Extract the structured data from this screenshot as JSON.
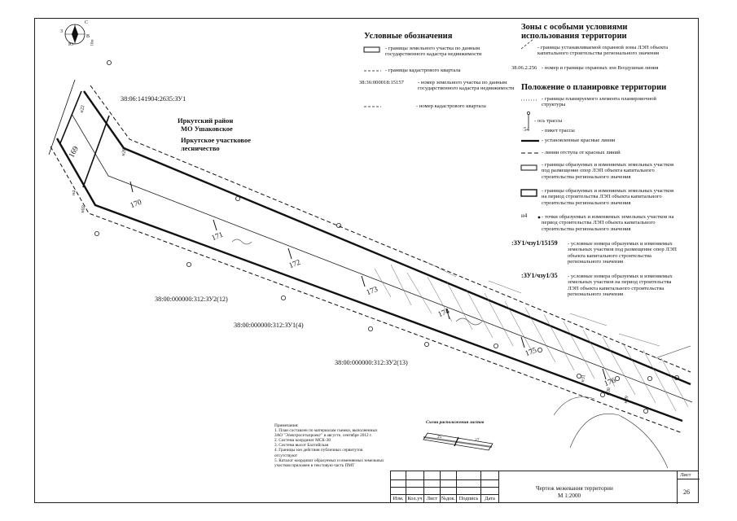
{
  "compass": {
    "north": "С",
    "south": "Ю",
    "west": "З",
    "east": "В",
    "scale_note": "10м"
  },
  "legend": {
    "title": "Условные обозначения",
    "items": [
      {
        "text": "- границы земельного участка по данным государственного кадастра недвижимости"
      },
      {
        "text": "- границы кадастрового квартала"
      },
      {
        "code": "38:36:000018:15157",
        "text": "- номер земельного участка по данным государственного кадастра недвижимости"
      },
      {
        "text": "- номер кадастрового квартала"
      }
    ]
  },
  "zones": {
    "title": "Зоны с особыми условиями использования территории",
    "items": [
      {
        "text": "- границы устанавливаемой охранной зоны ЛЭП объекта капитального строительства регионального значения"
      },
      {
        "code": "38.06.2.256",
        "text": "- номер и границы охранных зон Воздушная линия"
      }
    ]
  },
  "planning": {
    "title": "Положение о планировке территории",
    "items": [
      {
        "text": "- границы планируемого элемента планировочной структуры"
      },
      {
        "text": "- ось трассы"
      },
      {
        "code": "54",
        "text": "- пикет трассы"
      },
      {
        "text": "- установленные красные линии"
      },
      {
        "text": "- линии отступа от красных линий"
      },
      {
        "text": "- границы образуемых и изменяемых земельных участков под размещение опор ЛЭП объекта капитального строительства регионального значения"
      },
      {
        "text": "- границы образуемых и изменяемых земельных участков на период строительства ЛЭП объекта капитального строительства регионального значения"
      },
      {
        "code": "н4",
        "text": "- точки образуемых и изменяемых земельных участков на период строительства ЛЭП объекта капитального строительства регионального значения"
      },
      {
        "code": ":ЗУ1/чзу1/15159",
        "text": "- условные номера образуемых и изменяемых земельных участков под размещение опор ЛЭП объекта капитального строительства регионального значения"
      },
      {
        "code": ":ЗУ1/чзу1/35",
        "text": "- условные номера образуемых и изменяемых земельных участков на период строительства ЛЭП объекта капитального строительства регионального значения"
      }
    ]
  },
  "region": {
    "line1": "Иркутский район",
    "line2": "МО Ушаковское",
    "line3": "Иркутское участковое",
    "line4": "лесничество"
  },
  "parcels": {
    "p1": "38:06:141904:2635:ЗУ1",
    "p2": "38:00:000000:312:ЗУ2(12)",
    "p3": "38:00:000000:312:ЗУ1(4)",
    "p4": "38:00:000000:312:ЗУ2(13)"
  },
  "pickets": [
    "169",
    "170",
    "171",
    "172",
    "173",
    "174",
    "175",
    "176"
  ],
  "points": [
    "н22",
    "н26",
    "н4",
    "н02",
    "н31",
    "н30",
    "н29"
  ],
  "notes": {
    "title": "Примечания:",
    "lines": [
      "1. План составлен по материалам съемки, выполненных ЗАО \"Электросетьпроект\" в августе, сентябре 2012 г.",
      "2. Система координат МСК-38",
      "3. Система высот Балтийская",
      "4. Границы зон действия публичных сервитутов отсутствуют",
      "5. Каталог координат образуемых и изменяемых земельных участков приложен в текстовую часть ПМТ"
    ]
  },
  "sheet_scheme": {
    "title": "Схема расположения листов",
    "left": "25",
    "right": "27"
  },
  "stamp": {
    "headers": [
      "Изм.",
      "Кол.уч",
      "Лист",
      "№док.",
      "Подпись",
      "Дата"
    ],
    "title": "Чертеж межевания территории",
    "scale": "М 1:2000",
    "sheet_label": "Лист",
    "sheet_no": "26"
  }
}
